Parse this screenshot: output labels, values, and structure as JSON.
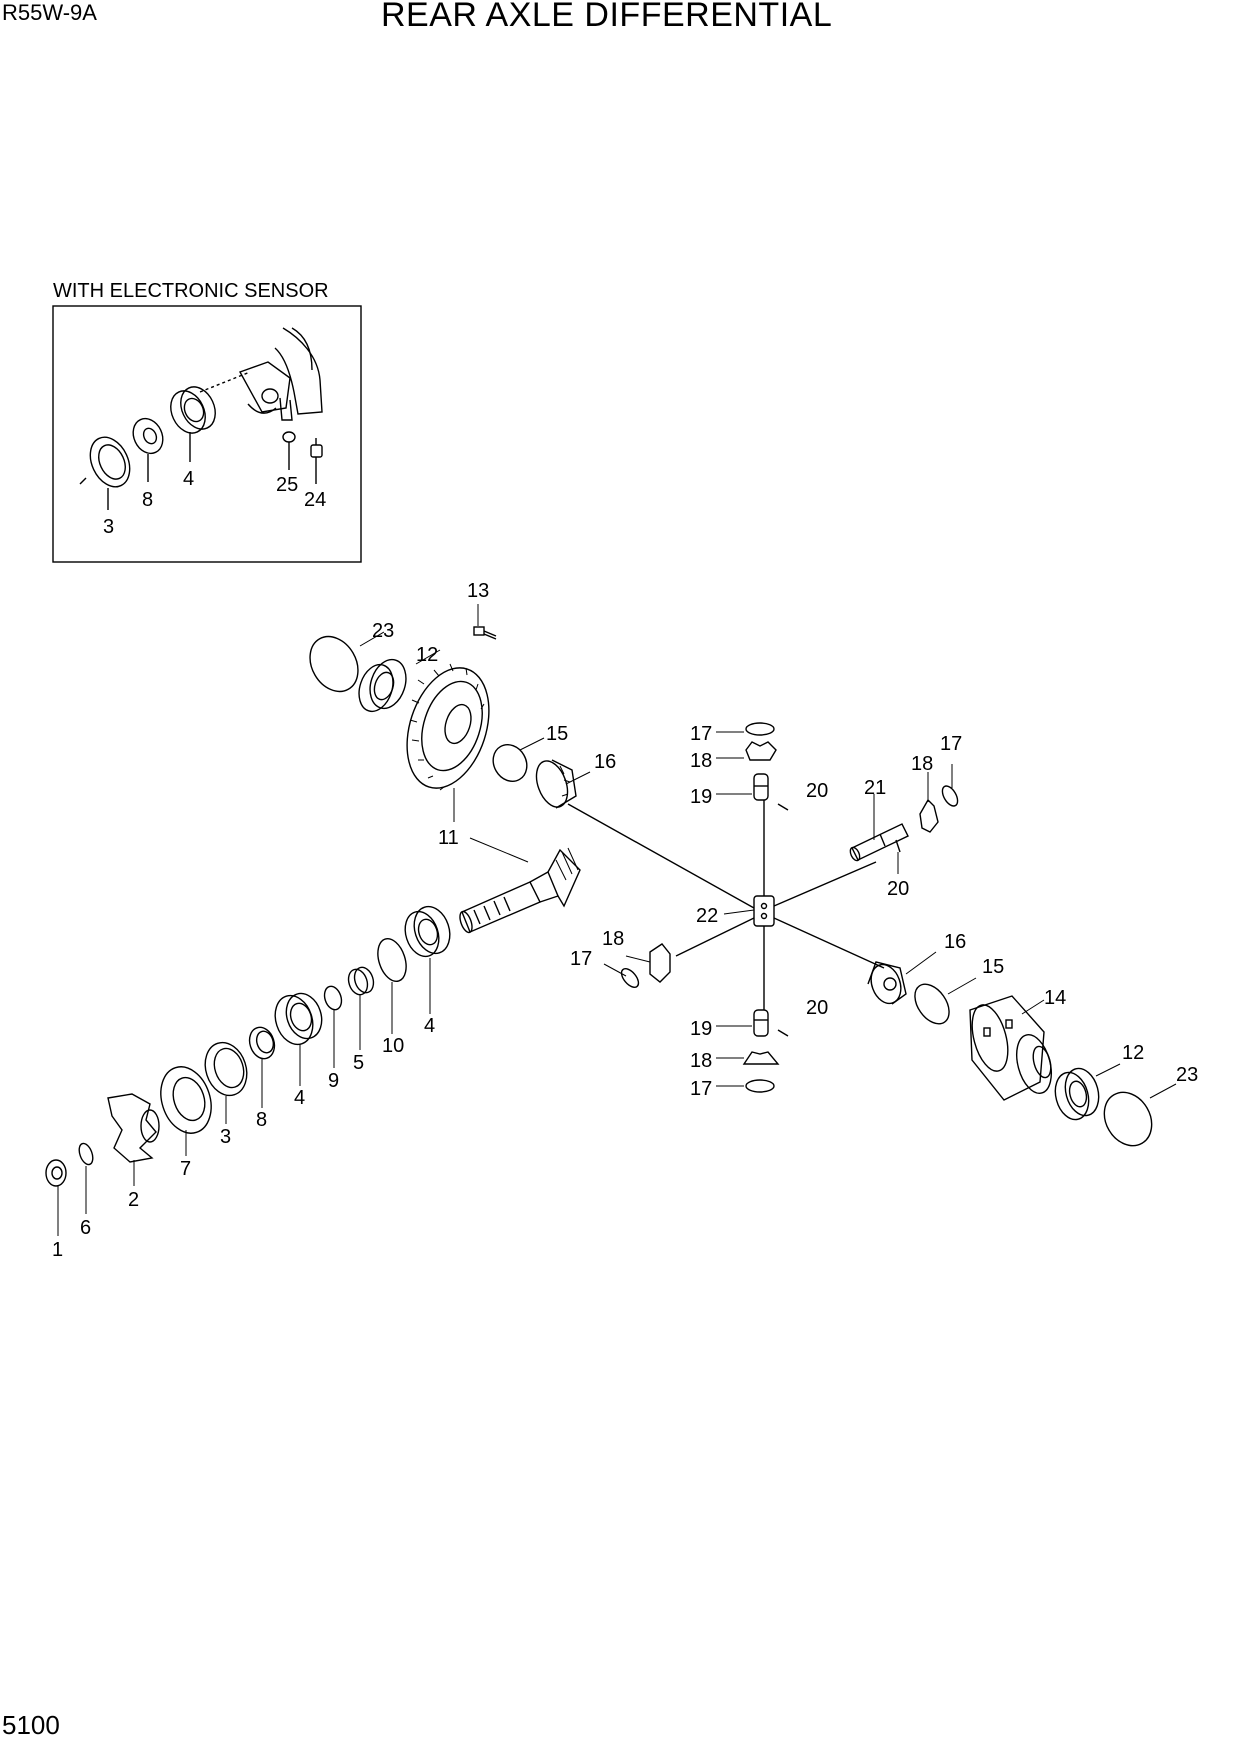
{
  "header": {
    "model": "R55W-9A",
    "title": "REAR AXLE DIFFERENTIAL"
  },
  "footer": {
    "page": "5100"
  },
  "inset": {
    "caption": "WITH ELECTRONIC SENSOR",
    "callouts": [
      "3",
      "8",
      "4",
      "25",
      "24"
    ]
  },
  "callouts": [
    "13",
    "23",
    "12",
    "15",
    "16",
    "11",
    "17",
    "18",
    "19",
    "20",
    "21",
    "18",
    "17",
    "20",
    "22",
    "18",
    "17",
    "16",
    "15",
    "14",
    "12",
    "23",
    "19",
    "20",
    "18",
    "17",
    "4",
    "10",
    "5",
    "9",
    "4",
    "8",
    "3",
    "7",
    "2",
    "6",
    "1"
  ]
}
